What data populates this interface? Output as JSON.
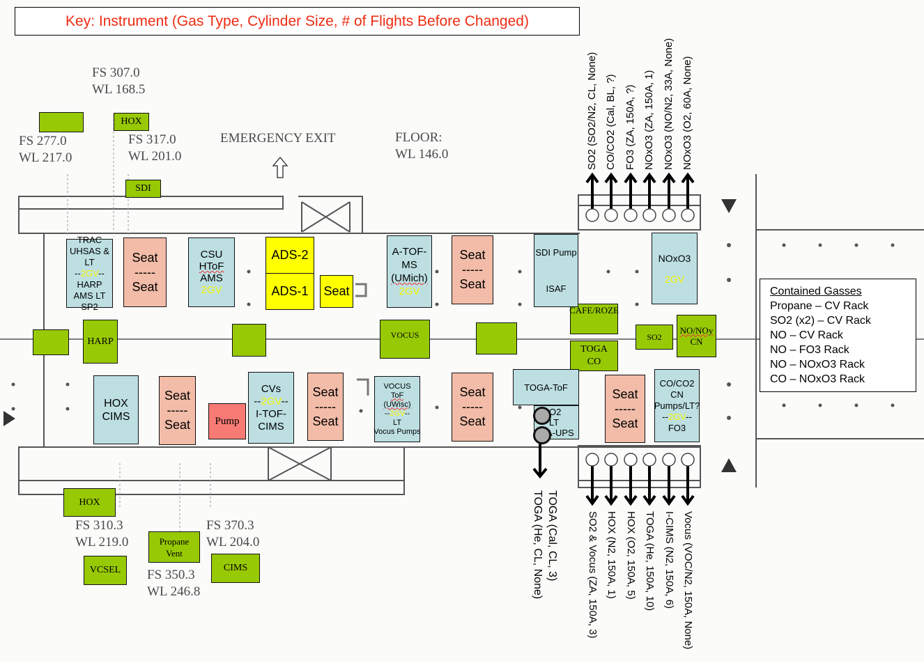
{
  "key": {
    "text": "Key: Instrument (Gas Type, Cylinder Size, # of Flights Before Changed)",
    "color": "#ee2b12"
  },
  "coordinates": [
    {
      "fs": "FS 307.0",
      "wl": "WL 168.5"
    },
    {
      "fs": "FS 277.0",
      "wl": "WL 217.0"
    },
    {
      "fs": "FS 317.0",
      "wl": "WL 201.0"
    },
    {
      "fs": "FS 310.3",
      "wl": "WL 219.0"
    },
    {
      "fs": "FS 370.3",
      "wl": "WL 204.0"
    },
    {
      "fs": "FS 350.3",
      "wl": "WL 246.8"
    }
  ],
  "labels": {
    "emergency_exit": "EMERGENCY EXIT",
    "floor": "FLOOR:",
    "floor_wl": "WL 146.0"
  },
  "colors": {
    "rack_blue": "#bddfe2",
    "seat": "#f2bca8",
    "ads": "#ffff00",
    "inlet_green": "#97c904",
    "pump_red": "#f77b74",
    "gv_yellow": "#f7f700"
  },
  "inlets": {
    "unnamed_top_left": "",
    "hox_top": "HOX",
    "sdi": "SDI",
    "unnamed_left_mid": "",
    "harp": "HARP",
    "unnamed_mid1": "",
    "vocus": "VOCUS",
    "unnamed_mid2": "",
    "cafe_roze": "CAFE/ROZE",
    "toga_co": [
      "TOGA",
      "CO"
    ],
    "so2": "SO2",
    "no_noy_cn": [
      "NO/NOy",
      "CN"
    ],
    "hox_bottom": "HOX",
    "propane_vent": [
      "Propane",
      "Vent"
    ],
    "vcsel": "VCSEL",
    "cims": "CIMS"
  },
  "racks": {
    "trac": {
      "lines": [
        "TRAC",
        "UHSAS & LT",
        "--",
        "2GV",
        "--",
        "HARP",
        "AMS LT",
        "SP2"
      ]
    },
    "csu": {
      "lines": [
        "CSU",
        "HToF",
        "AMS",
        "2GV"
      ]
    },
    "ads2": "ADS-2",
    "ads1": "ADS-1",
    "seat_yellow": "Seat",
    "atof": {
      "lines": [
        "A-TOF-",
        "MS",
        "(UMich)",
        "2GV"
      ]
    },
    "sdi_pump": {
      "lines": [
        "SDI Pump",
        "ISAF"
      ]
    },
    "noxo3": {
      "lines": [
        "NOxO3",
        "2GV"
      ]
    },
    "hox_cims": {
      "lines": [
        "HOX",
        "CIMS"
      ]
    },
    "pump": "Pump",
    "cvs": {
      "lines": [
        "CVs",
        "--",
        "2GV",
        "--",
        "I-TOF-",
        "CIMS"
      ]
    },
    "vocus_tof": {
      "lines": [
        "VOCUS",
        "ToF",
        "(UWisc)",
        "--",
        "2GV",
        "--",
        "LT",
        "Vocus Pumps"
      ]
    },
    "toga_tof": "TOGA-ToF",
    "o2_lt_aups": {
      "lines": [
        "O2",
        "LT",
        "A-UPS"
      ]
    },
    "co_co2": {
      "lines": [
        "CO/CO2",
        "CN",
        "Pumps/LT?",
        "--",
        "2GV",
        "--",
        "FO3"
      ]
    }
  },
  "seat": {
    "top": "Seat",
    "divider": "-----",
    "bottom": "Seat"
  },
  "top_gas_lines": [
    "SO2 (SO2/N2, CL, None)",
    "CO/CO2 (Cal, BL, ?)",
    "FO3 (ZA, 150A, ?)",
    "NOxO3 (ZA, 150A, 1)",
    "NOxO3 (NO/N2, 33A, None)",
    "NOxO3 (O2, 60A, None)"
  ],
  "bottom_gas_lines": [
    "SO2 & Vocus (ZA, 150A, 3)",
    "HOX (N2, 150A, 1)",
    "HOX (O2, 150A, 5)",
    "TOGA (He, 150A, 10)",
    "I-CIMS (N2, 150A, 6)",
    "Vocus (VOC/N2, 150A, None)"
  ],
  "toga_gas_lines": [
    "TOGA (Cal, CL, 3)",
    "TOGA (He, CL, None)"
  ],
  "legend": {
    "title": "Contained Gasses",
    "items": [
      "Propane – CV Rack",
      "SO2 (x2) – CV Rack",
      "NO – CV Rack",
      "NO – FO3 Rack",
      "NO – NOxO3 Rack",
      "CO – NOxO3 Rack"
    ]
  }
}
